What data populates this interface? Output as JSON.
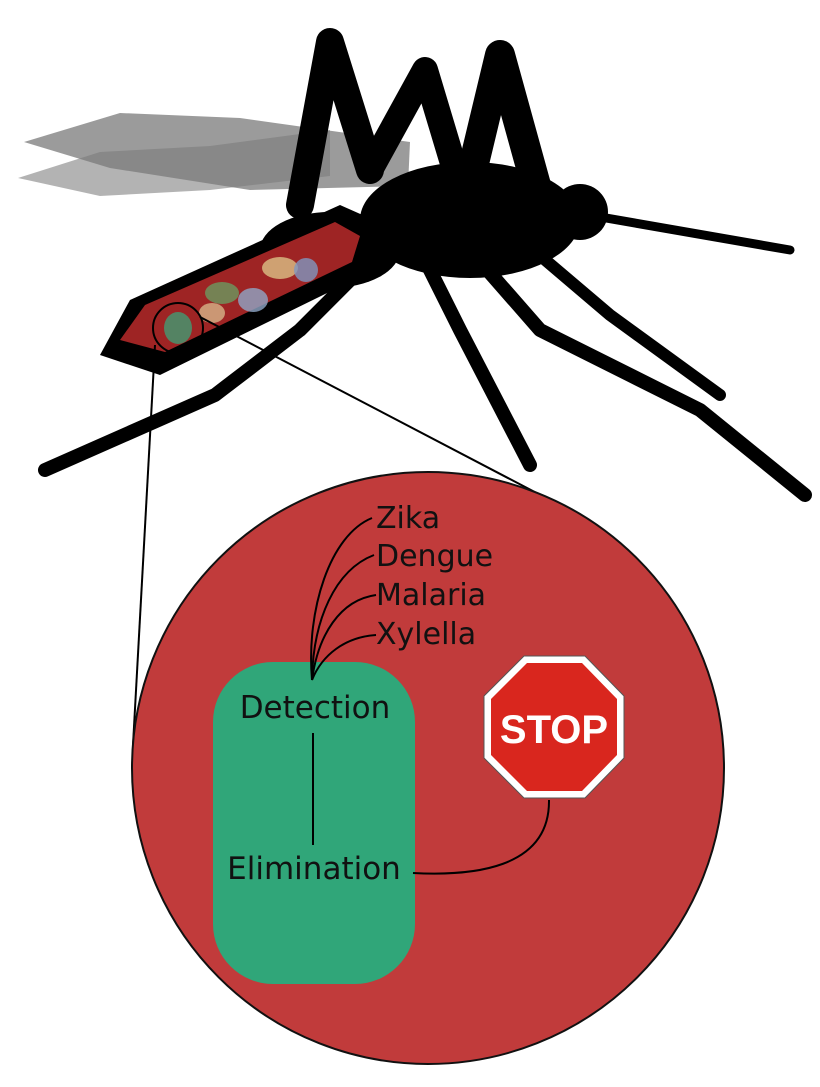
{
  "diagram": {
    "pathogens": [
      "Zika",
      "Dengue",
      "Malaria",
      "Xylella"
    ],
    "process": {
      "detection_label": "Detection",
      "elimination_label": "Elimination"
    },
    "stop_sign": {
      "label": "STOP"
    }
  },
  "colors": {
    "circle_fill": "#c13b3b",
    "capsule_fill": "#30a679",
    "stop_fill": "#d9261e",
    "mosquito_body": "#000000",
    "abdomen_fill": "#9e2424",
    "wing_fill": "#6d6d6d"
  }
}
